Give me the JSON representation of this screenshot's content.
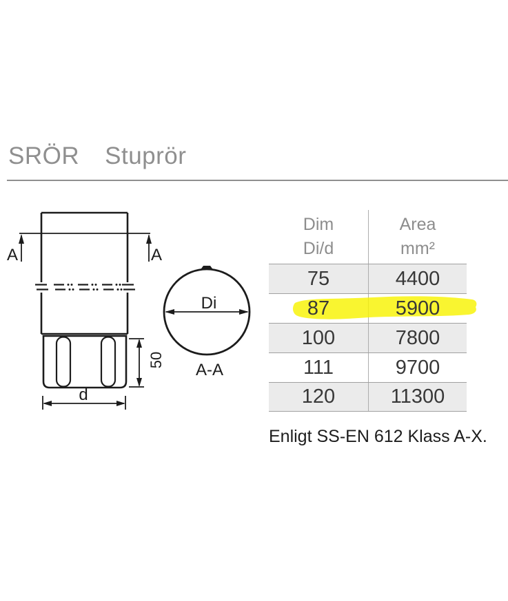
{
  "header": {
    "product_code": "SRÖR",
    "product_name": "Stuprör"
  },
  "drawing": {
    "section_marker_left": "A",
    "section_marker_right": "A",
    "inner_diameter_label": "Di",
    "section_view_label": "A-A",
    "socket_length_label": "50",
    "outer_diameter_label": "d"
  },
  "table": {
    "col1_header_line1": "Dim",
    "col1_header_line2": "Di/d",
    "col2_header_line1": "Area",
    "col2_header_line2": "mm²",
    "rows": [
      {
        "dim": "75",
        "area": "4400",
        "highlighted": false
      },
      {
        "dim": "87",
        "area": "5900",
        "highlighted": true
      },
      {
        "dim": "100",
        "area": "7800",
        "highlighted": false
      },
      {
        "dim": "111",
        "area": "9700",
        "highlighted": false
      },
      {
        "dim": "120",
        "area": "11300",
        "highlighted": false
      }
    ]
  },
  "note": "Enligt SS-EN 612 Klass A-X.",
  "colors": {
    "highlight": "#f8f303",
    "row_shade": "#ebebeb",
    "line": "#1c1c1c",
    "muted_text": "#8f8f8f"
  }
}
